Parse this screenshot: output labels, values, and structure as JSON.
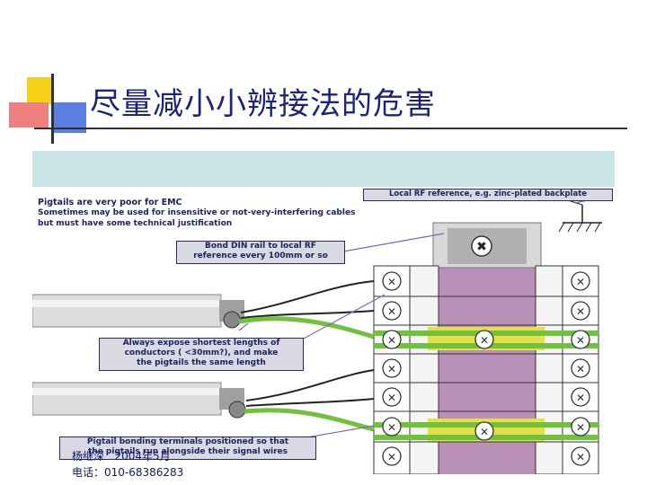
{
  "slide": {
    "title": "尽量减小小辨接法的危害"
  },
  "figure": {
    "note_pigtails_1": "Pigtails are very poor for EMC",
    "note_pigtails_2": "Sometimes may be used for insensitive or not-very-interfering cables",
    "note_pigtails_3": "but must have some technical justification",
    "label_rf_reference": "Local RF reference, e.g. zinc-plated backplate",
    "label_bond_din_1": "Bond DIN rail to local RF",
    "label_bond_din_2": "reference every 100mm or so",
    "label_expose_1": "Always expose shortest lengths of",
    "label_expose_2": "conductors ( <30mm?), and make",
    "label_expose_3": "the pigtails the same length",
    "label_terminals_1": "Pigtail bonding terminals positioned so that",
    "label_terminals_2": "the pigtails run alongside their signal wires"
  },
  "footer": {
    "author": "杨继深",
    "date": "2004年5月",
    "phone": "电话：010-68386283"
  },
  "colors": {
    "title": "#1a237e",
    "rail": "#b890b8",
    "green_wire": "#6fc23a",
    "yellow_band": "#e6df4a",
    "background_panel": "#c9e4e4"
  }
}
